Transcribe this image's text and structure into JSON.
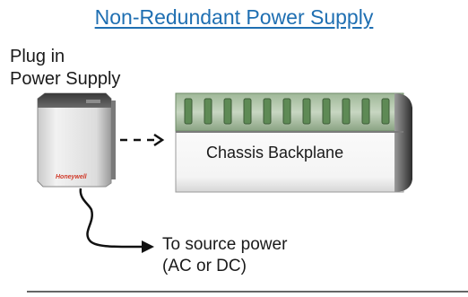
{
  "title": "Non-Redundant Power Supply",
  "power_supply_label": [
    "Plug in",
    "Power Supply"
  ],
  "power_supply_brand": "Honeywell",
  "backplane_label": "Chassis Backplane",
  "source_label": [
    "To source power",
    "(AC or DC)"
  ],
  "colors": {
    "title": "#1f6fb2",
    "slot": "#5e8a55",
    "brand": "#d03a2a"
  }
}
